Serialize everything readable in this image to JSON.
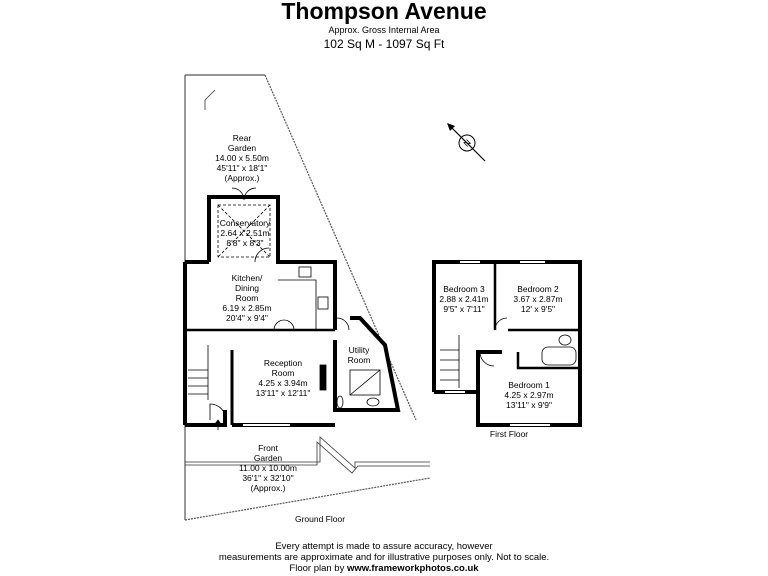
{
  "header": {
    "title": "Thompson Avenue",
    "subtitle": "Approx. Gross Internal Area",
    "area": "102 Sq M - 1097 Sq Ft"
  },
  "ground_floor": {
    "label": "Ground Floor",
    "rooms": [
      {
        "name_lines": [
          "Rear",
          "Garden"
        ],
        "metric": "14.00 x 5.50m",
        "imperial": "45'11\" x 18'1\"",
        "note": "(Approx.)"
      },
      {
        "name_lines": [
          "Conservatory"
        ],
        "metric": "2.64 x 2.51m",
        "imperial": "8'8\" x 8'3\""
      },
      {
        "name_lines": [
          "Kitchen/",
          "Dining",
          "Room"
        ],
        "metric": "6.19 x 2.85m",
        "imperial": "20'4\" x 9'4\""
      },
      {
        "name_lines": [
          "Reception",
          "Room"
        ],
        "metric": "4.25 x 3.94m",
        "imperial": "13'11\" x 12'11\""
      },
      {
        "name_lines": [
          "Utility",
          "Room"
        ]
      },
      {
        "name_lines": [
          "Front",
          "Garden"
        ],
        "metric": "11.00 x 10.00m",
        "imperial": "36'1\" x 32'10\"",
        "note": "(Approx.)"
      }
    ]
  },
  "first_floor": {
    "label": "First Floor",
    "rooms": [
      {
        "name_lines": [
          "Bedroom 3"
        ],
        "metric": "2.88 x 2.41m",
        "imperial": "9'5\" x 7'11\""
      },
      {
        "name_lines": [
          "Bedroom 2"
        ],
        "metric": "3.67 x 2.87m",
        "imperial": "12' x 9'5\""
      },
      {
        "name_lines": [
          "Bedroom 1"
        ],
        "metric": "4.25 x 2.97m",
        "imperial": "13'11\" x 9'9\""
      }
    ]
  },
  "compass": {
    "icon": "north-arrow-icon",
    "letter": "N"
  },
  "footer": {
    "line1": "Every attempt is made to assure accuracy, however",
    "line2": "measurements are approximate and for illustrative purposes only. Not to scale.",
    "line3_prefix": "Floor plan by",
    "line3_link": "www.frameworkphotos.co.uk"
  }
}
